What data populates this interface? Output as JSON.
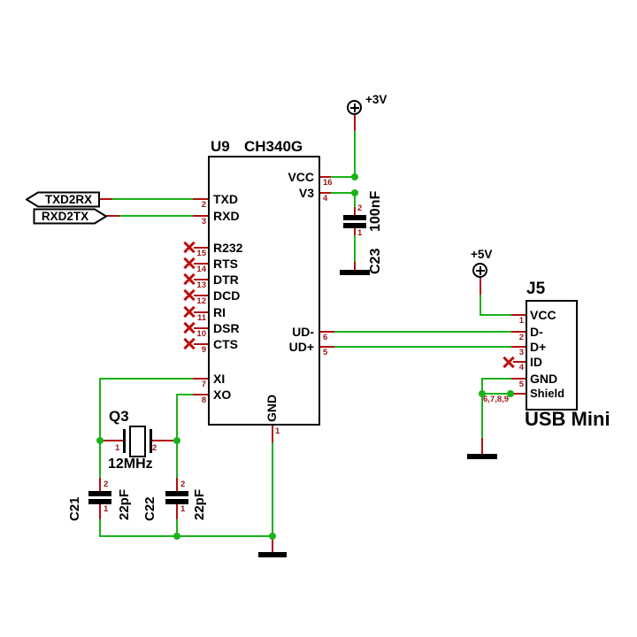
{
  "schematic": {
    "colors": {
      "wire": "#1ab21a",
      "pin_stub": "#b01010",
      "pin_number": "#9b1313",
      "outline": "#000000",
      "background": "#ffffff"
    }
  },
  "flags": {
    "txd2rx": "TXD2RX",
    "rxd2tx": "RXD2TX"
  },
  "u9": {
    "ref": "U9",
    "part": "CH340G",
    "left_pins": [
      {
        "name": "TXD",
        "num": "2"
      },
      {
        "name": "RXD",
        "num": "3"
      },
      {
        "name": "R232",
        "num": "15"
      },
      {
        "name": "RTS",
        "num": "14"
      },
      {
        "name": "DTR",
        "num": "13"
      },
      {
        "name": "DCD",
        "num": "12"
      },
      {
        "name": "RI",
        "num": "11"
      },
      {
        "name": "DSR",
        "num": "10"
      },
      {
        "name": "CTS",
        "num": "9"
      },
      {
        "name": "XI",
        "num": "7"
      },
      {
        "name": "XO",
        "num": "8"
      }
    ],
    "right_pins": [
      {
        "name": "VCC",
        "num": "16"
      },
      {
        "name": "V3",
        "num": "4"
      },
      {
        "name": "UD-",
        "num": "6"
      },
      {
        "name": "UD+",
        "num": "5"
      }
    ],
    "bottom_pin": {
      "name": "GND",
      "num": "1"
    }
  },
  "power": {
    "rail_3v": "+3V",
    "rail_5v": "+5V"
  },
  "c23": {
    "ref": "C23",
    "value": "100nF",
    "pin_top": "2",
    "pin_bottom": "1"
  },
  "q3": {
    "ref": "Q3",
    "value": "12MHz",
    "pin_left": "1",
    "pin_right": "2"
  },
  "c21": {
    "ref": "C21",
    "value": "22pF",
    "pin_top": "2",
    "pin_bottom": "1"
  },
  "c22": {
    "ref": "C22",
    "value": "22pF",
    "pin_top": "2",
    "pin_bottom": "1"
  },
  "j5": {
    "ref": "J5",
    "label": "USB Mini",
    "pins": [
      {
        "name": "VCC",
        "num": "1"
      },
      {
        "name": "D-",
        "num": "2"
      },
      {
        "name": "D+",
        "num": "3"
      },
      {
        "name": "ID",
        "num": "4"
      },
      {
        "name": "GND",
        "num": "5"
      },
      {
        "name": "Shield",
        "num": "6,7,8,9"
      }
    ]
  }
}
